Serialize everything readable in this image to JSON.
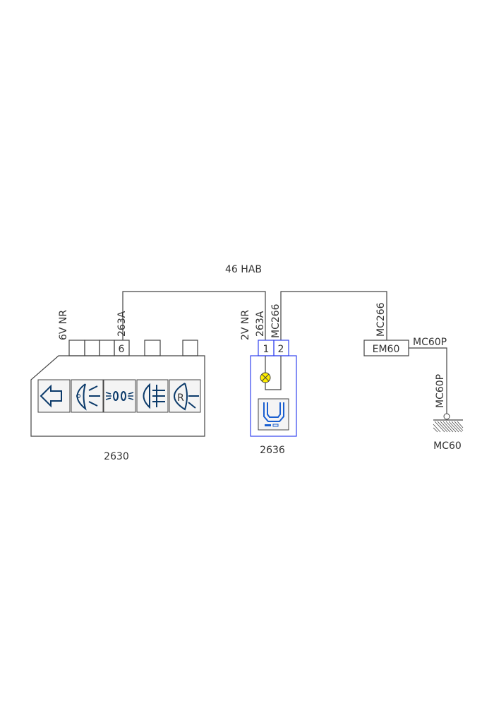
{
  "harness_label": "46 HAB",
  "components": {
    "c2630": {
      "ref": "2630",
      "pin": "6",
      "wire_labels": [
        "6V NR",
        "263A"
      ],
      "icons": [
        "turn-signal-icon",
        "main-beam-icon",
        "sidelight-icon",
        "rear-fog-icon",
        "reverse-light-icon"
      ],
      "reverse_letter": "R"
    },
    "c2636": {
      "ref": "2636",
      "pins": [
        "1",
        "2"
      ],
      "wire_labels": [
        "2V NR",
        "263A",
        "MC266"
      ]
    },
    "em60": {
      "ref": "EM60",
      "wire_in": "MC266",
      "wire_out": "MC60P",
      "wire_down": "MC60P"
    },
    "ground": {
      "ref": "MC60"
    }
  },
  "colors": {
    "wire": "#444444",
    "connector_2636": "#3344ee",
    "lamp": "#ffee00",
    "icon": "#0b3a6a"
  }
}
